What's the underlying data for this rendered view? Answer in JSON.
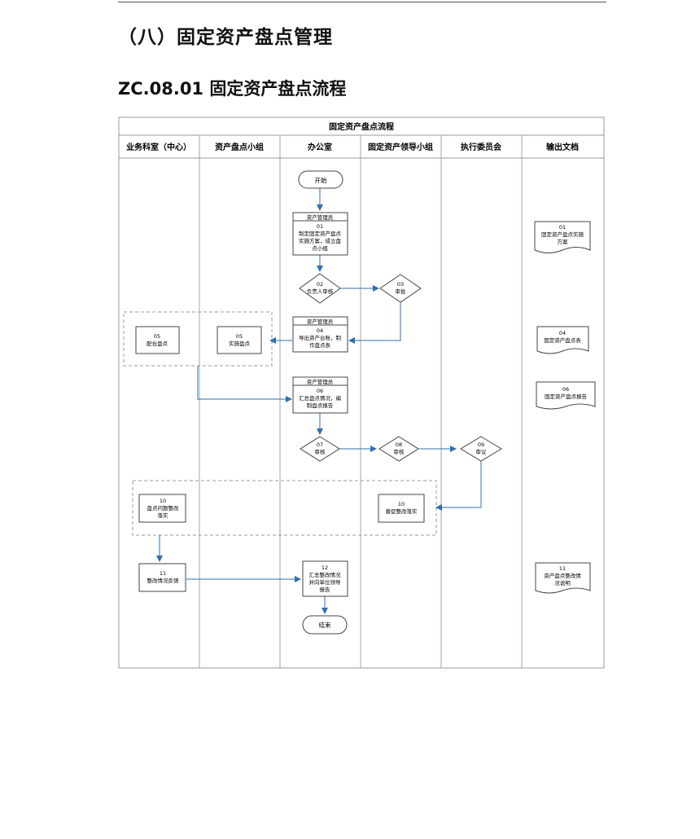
{
  "section_title": "（八）固定资产盘点管理",
  "sub_title": "ZC.08.01 固定资产盘点流程",
  "flowchart": {
    "title": "固定资产盘点流程",
    "lanes": [
      "业务科室（中心）",
      "资产盘点小组",
      "办公室",
      "固定资产领导小组",
      "执行委员会",
      "输出文档"
    ],
    "start": "开始",
    "end": "结束",
    "steps": {
      "s01": {
        "role": "资产管理员",
        "num": "01",
        "lines": [
          "制定固定资产盘点",
          "实施方案，成立盘",
          "点小组"
        ]
      },
      "s02": {
        "num": "02",
        "label": "负责人审核"
      },
      "s03": {
        "num": "03",
        "label": "审批"
      },
      "s04": {
        "role": "资产管理员",
        "num": "04",
        "lines": [
          "导出资产台账，制",
          "作盘点表"
        ]
      },
      "s05a": {
        "num": "05",
        "label": "配合盘点"
      },
      "s05b": {
        "num": "05",
        "label": "实施盘点"
      },
      "s06": {
        "role": "资产管理员",
        "num": "06",
        "lines": [
          "汇总盘点情况，编",
          "制盘点报告"
        ]
      },
      "s07": {
        "num": "07",
        "label": "审核"
      },
      "s08": {
        "num": "08",
        "label": "审核"
      },
      "s09": {
        "num": "09",
        "label": "审议"
      },
      "s10a": {
        "num": "10",
        "lines": [
          "盘点问题整改",
          "落实"
        ]
      },
      "s10b": {
        "num": "10",
        "lines": [
          "督促整改落实"
        ]
      },
      "s11": {
        "num": "11",
        "label": "整改情况反馈"
      },
      "s12": {
        "num": "12",
        "lines": [
          "汇总整改情况",
          "并向单位领导",
          "报告"
        ]
      }
    },
    "docs": {
      "d01": {
        "num": "01",
        "lines": [
          "固定资产盘点实施",
          "方案"
        ]
      },
      "d04": {
        "num": "04",
        "lines": [
          "固定资产盘点表"
        ]
      },
      "d06": {
        "num": "06",
        "lines": [
          "固定资产盘点报告"
        ]
      },
      "d11": {
        "num": "11",
        "lines": [
          "资产盘点整改情",
          "况说明"
        ]
      }
    }
  }
}
